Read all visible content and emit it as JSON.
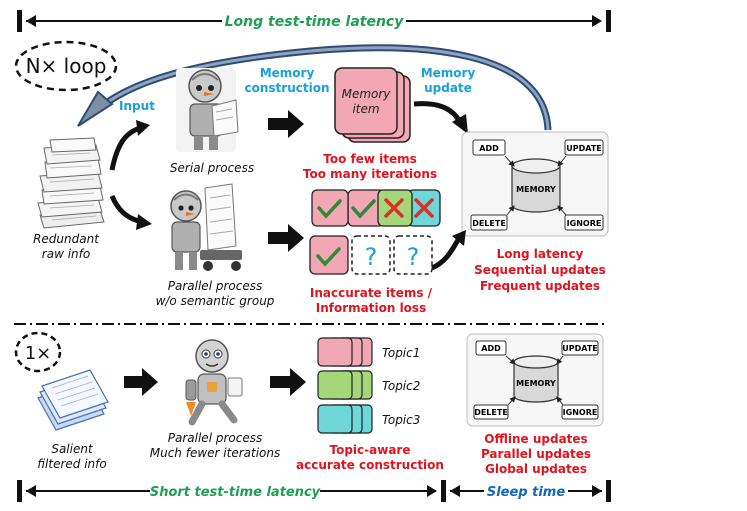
{
  "colors": {
    "green": "#1f9d55",
    "blue": "#1aa0d8",
    "red": "#e0141e",
    "darkblue": "#1565c0",
    "pink": "#f2a7b5",
    "lightgreen": "#a5d77a",
    "cyan": "#6fd6d9"
  },
  "top": {
    "latency_label": "Long test-time latency",
    "loop_label": "N× loop",
    "input_label": "Input",
    "memory_construction_label": [
      "Memory",
      "construction"
    ],
    "memory_update_label": [
      "Memory",
      "update"
    ],
    "memory_item_label": [
      "Memory",
      "item"
    ],
    "raw_info_label": [
      "Redundant",
      "raw info"
    ],
    "serial_label": "Serial process",
    "parallel_label": [
      "Parallel process",
      "w/o semantic group"
    ],
    "serial_issue": [
      "Too few items",
      "Too many iterations"
    ],
    "parallel_issue": [
      "Inaccurate items /",
      "Information loss"
    ],
    "update_issue": [
      "Long latency",
      "Sequential updates",
      "Frequent updates"
    ]
  },
  "memory_box": {
    "center": "MEMORY",
    "add": "ADD",
    "update": "UPDATE",
    "delete": "DELETE",
    "ignore": "IGNORE"
  },
  "bottom": {
    "loop_label": "1×",
    "info_label": [
      "Salient",
      "filtered info"
    ],
    "process_label": [
      "Parallel process",
      "Much fewer iterations"
    ],
    "topics": [
      "Topic1",
      "Topic2",
      "Topic3"
    ],
    "topic_note": [
      "Topic-aware",
      "accurate construction"
    ],
    "update_benefits": [
      "Offline updates",
      "Parallel updates",
      "Global updates"
    ],
    "latency_label": "Short test-time latency",
    "sleep_label": "Sleep time"
  },
  "icons": {
    "check": "check-icon",
    "cross": "cross-icon",
    "question": "question-icon"
  }
}
